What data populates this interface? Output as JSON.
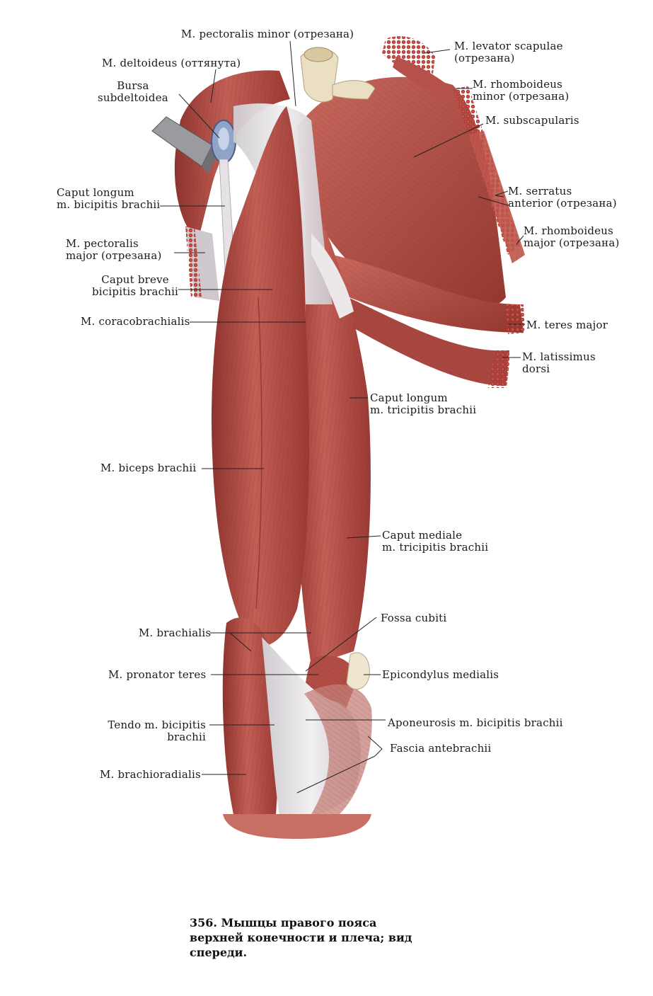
{
  "labels": {
    "pect_minor": "M. pectoralis minor (отрезана)",
    "deltoid": "M. deltoideus (оттянута)",
    "bursa": [
      "Bursa",
      "subdeltoidea"
    ],
    "levator": [
      "M. levator scapulae",
      "(отрезана)"
    ],
    "rhomb_minor": [
      "M. rhomboideus",
      "minor (отрезана)"
    ],
    "subscap": "M. subscapularis",
    "caput_longum_bic": [
      "Caput longum",
      "m. bicipitis brachii"
    ],
    "serratus": [
      "M. serratus",
      "anterior (отрезана)"
    ],
    "pect_major": [
      "M. pectoralis",
      "major (отрезана)"
    ],
    "rhomb_major": [
      "M. rhomboideus",
      "major (отрезана)"
    ],
    "caput_breve": [
      "Caput breve",
      "bicipitis brachii"
    ],
    "coraco": "M. coracobrachialis",
    "teres_major": "M. teres major",
    "latissimus": [
      "M. latissimus",
      "dorsi"
    ],
    "caput_longum_tri": [
      "Caput longum",
      "m. tricipitis brachii"
    ],
    "biceps": "M. biceps brachii",
    "caput_mediale": [
      "Caput mediale",
      "m. tricipitis brachii"
    ],
    "fossa": "Fossa cubiti",
    "brachialis": "M. brachialis",
    "pronator": "M. pronator teres",
    "epicondylus": "Epicondylus medialis",
    "tendo": [
      "Tendo m. bicipitis",
      "brachii"
    ],
    "aponeurosis": "Aponeurosis m. bicipitis brachii",
    "fascia": "Fascia antebrachii",
    "brachioradialis": "M. brachioradialis"
  },
  "caption": [
    "356. Мышцы правого пояса",
    "верхней конечности и плеча; вид",
    "спереди."
  ],
  "colors": {
    "muscle": "#b8524a",
    "muscle_dark": "#8e332e",
    "muscle_light": "#d98a7e",
    "tendon": "#e4e0e2",
    "bone": "#e9dfc2",
    "bursa": "#8fa4c8",
    "cut": "#c3453d",
    "leader": "#222222"
  }
}
